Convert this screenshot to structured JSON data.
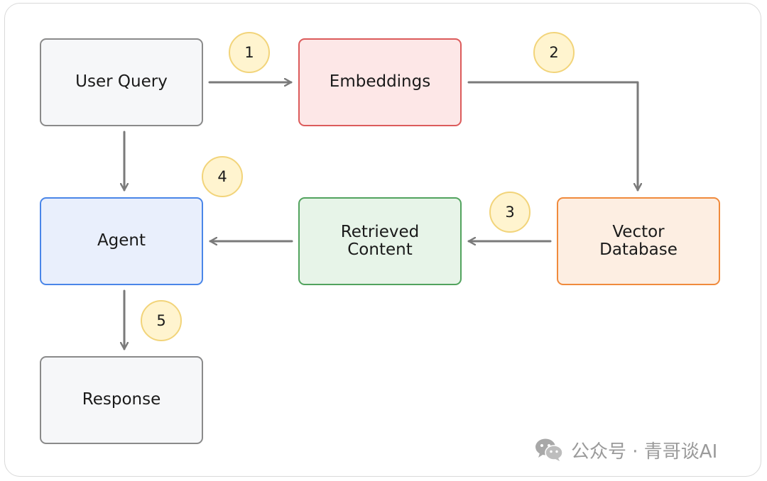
{
  "nodes": {
    "user_query": "User Query",
    "embeddings": "Embeddings",
    "agent": "Agent",
    "retrieved_content": "Retrieved\nContent",
    "vector_database": "Vector\nDatabase",
    "response": "Response"
  },
  "steps": [
    "1",
    "2",
    "3",
    "4",
    "5"
  ],
  "watermark": {
    "text": "公众号 · 青哥谈AI",
    "icon": "wechat-icon"
  },
  "colors": {
    "embeddings_border": "#dc5b5b",
    "agent_border": "#4a86e8",
    "content_border": "#52a35e",
    "vector_border": "#f08a3c",
    "badge_fill": "#fff4cf",
    "arrow": "#7a7a7a"
  }
}
